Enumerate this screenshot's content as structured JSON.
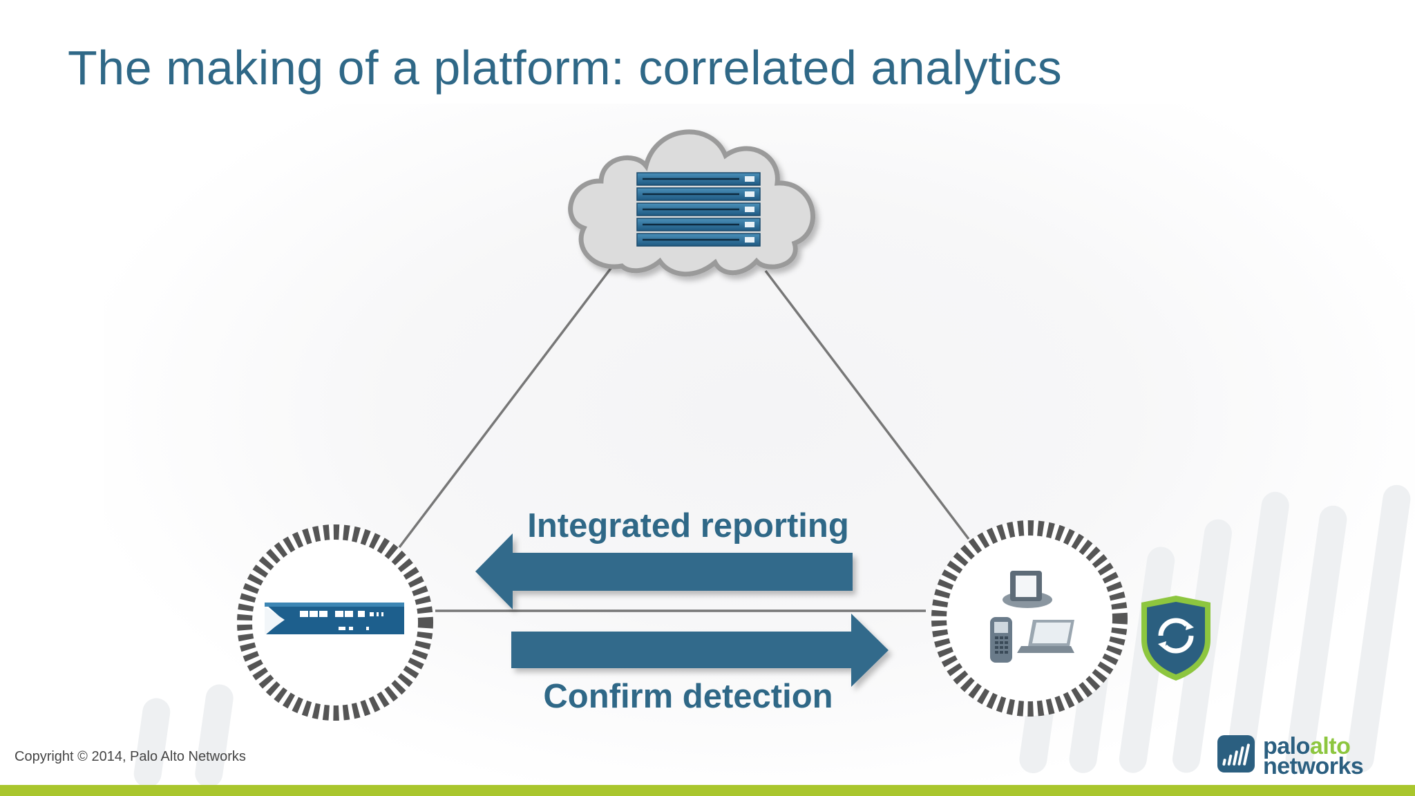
{
  "slide": {
    "title": "The making of a platform: correlated analytics"
  },
  "diagram": {
    "arrow_left_label": "Integrated reporting",
    "arrow_right_label": "Confirm detection"
  },
  "footer": {
    "copyright": "Copyright © 2014, Palo Alto Networks",
    "logo_palo": "palo",
    "logo_alto": "alto",
    "logo_networks": "networks"
  },
  "colors": {
    "title": "#2f6887",
    "arrow": "#336a8b",
    "accent_green": "#a9c62d"
  },
  "icons": [
    "cloud-icon",
    "server-stack-icon",
    "firewall-appliance-icon",
    "endpoint-devices-icon",
    "shield-logo-icon",
    "paloalto-logo-icon"
  ]
}
